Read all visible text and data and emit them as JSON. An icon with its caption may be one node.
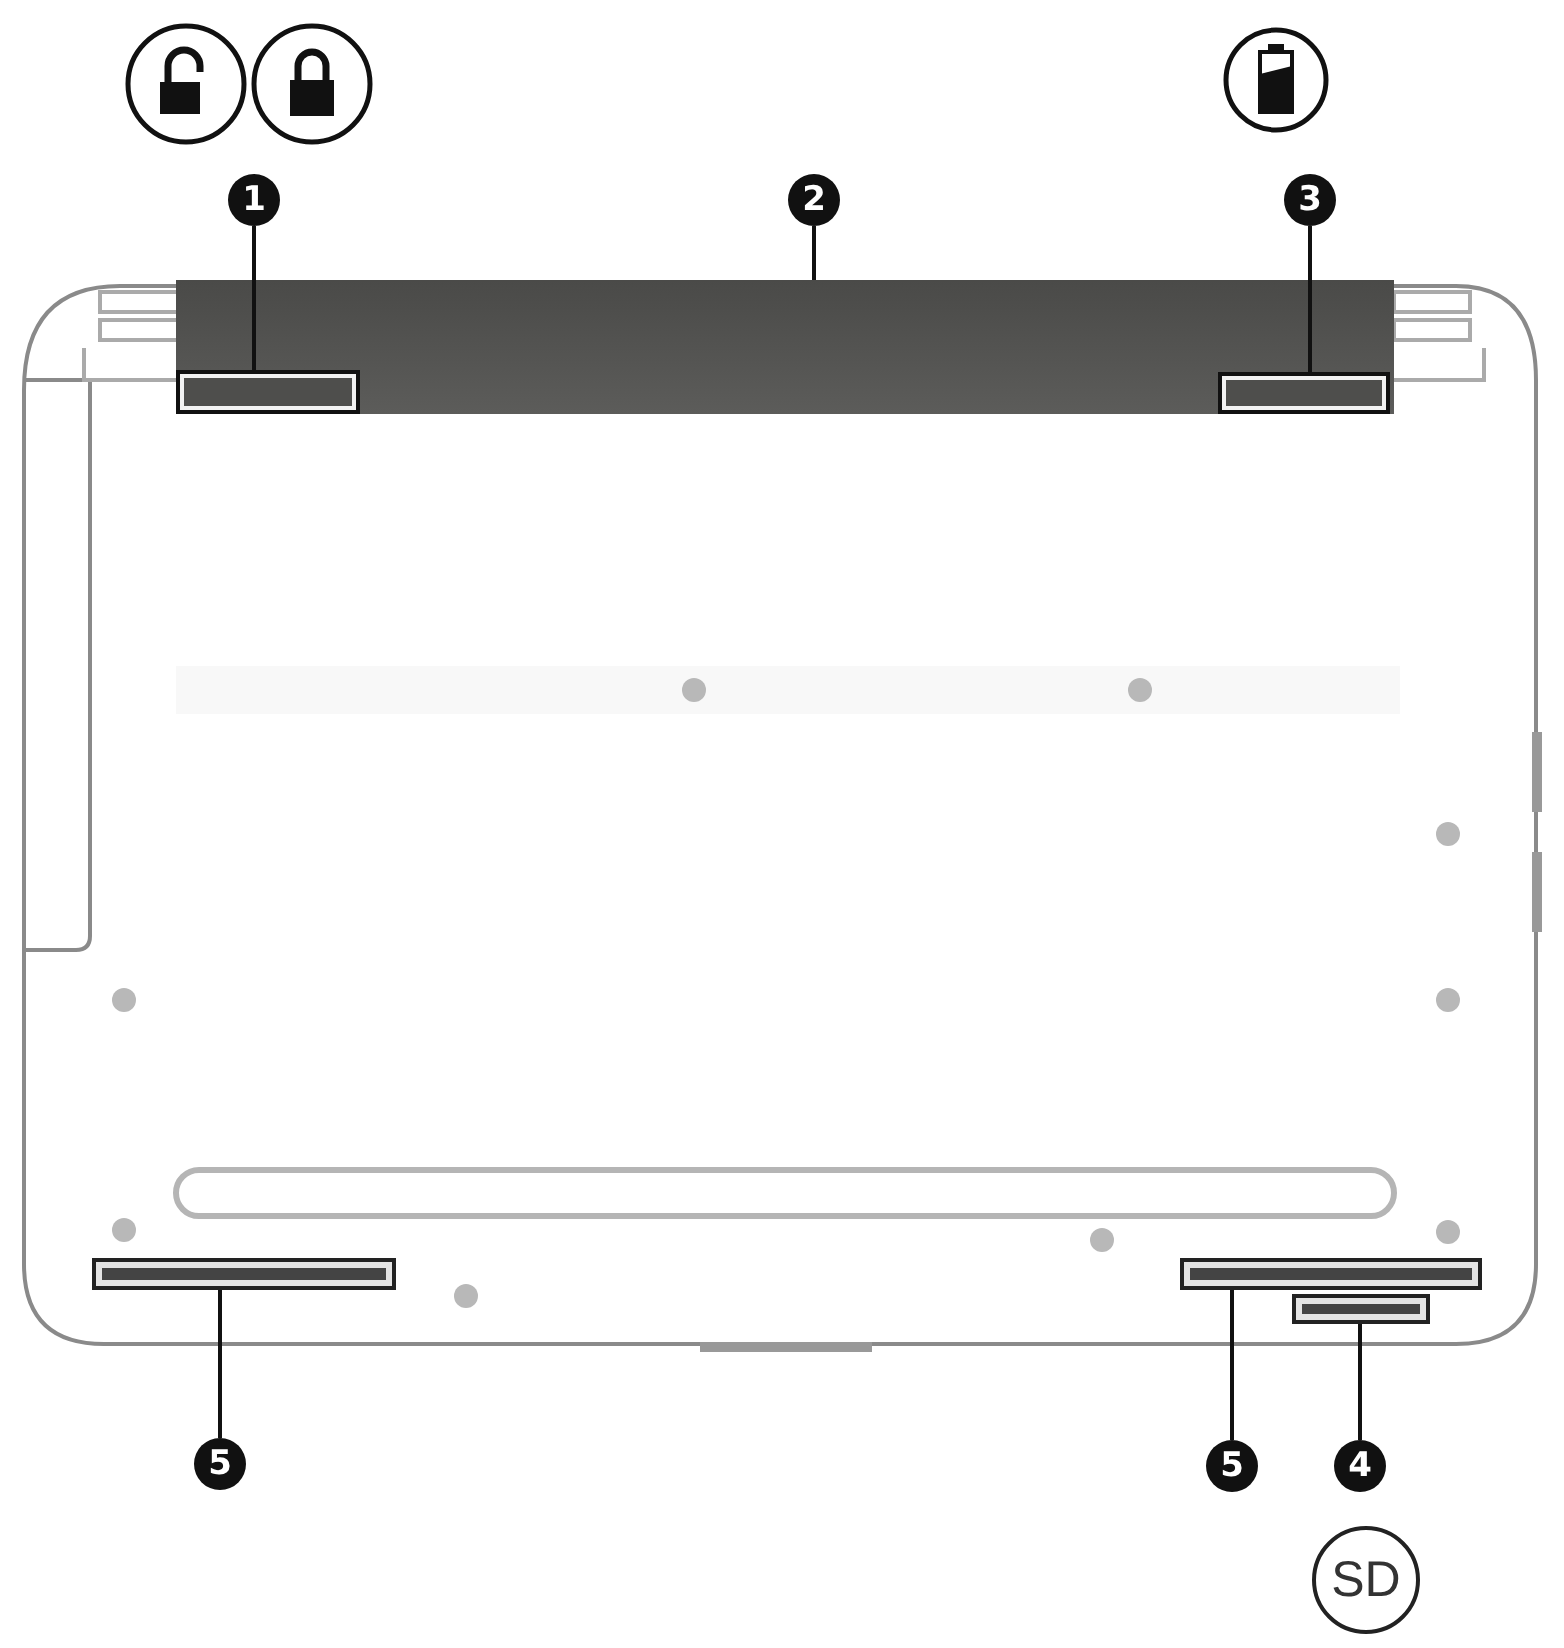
{
  "diagram": {
    "nodes": [
      {
        "text": [
          "1"
        ]
      },
      {
        "text": [
          "2"
        ]
      },
      {
        "text": [
          "3"
        ]
      },
      {
        "text": [],
        "shape": "box"
      },
      {
        "text": [],
        "shape": "bar",
        "in": 3
      },
      {
        "text": [],
        "shape": "bar",
        "in": 3
      },
      {
        "text": [],
        "shape": "bar"
      },
      {
        "text": [],
        "shape": "bar"
      },
      {
        "text": [],
        "shape": "bar"
      },
      {
        "text": [
          "5"
        ]
      },
      {
        "text": [
          "5"
        ]
      },
      {
        "text": [
          "4"
        ]
      },
      {
        "text": [
          "SD"
        ]
      }
    ],
    "edges": [
      {
        "from": 0,
        "to": 4,
        "arrow": "none"
      },
      {
        "from": 1,
        "to": 3,
        "arrow": "none"
      },
      {
        "from": 2,
        "to": 5,
        "arrow": "none"
      },
      {
        "from": 9,
        "to": 6,
        "arrow": "none"
      },
      {
        "from": 10,
        "to": 7,
        "arrow": "none"
      },
      {
        "from": 11,
        "to": 8,
        "arrow": "none"
      }
    ]
  }
}
